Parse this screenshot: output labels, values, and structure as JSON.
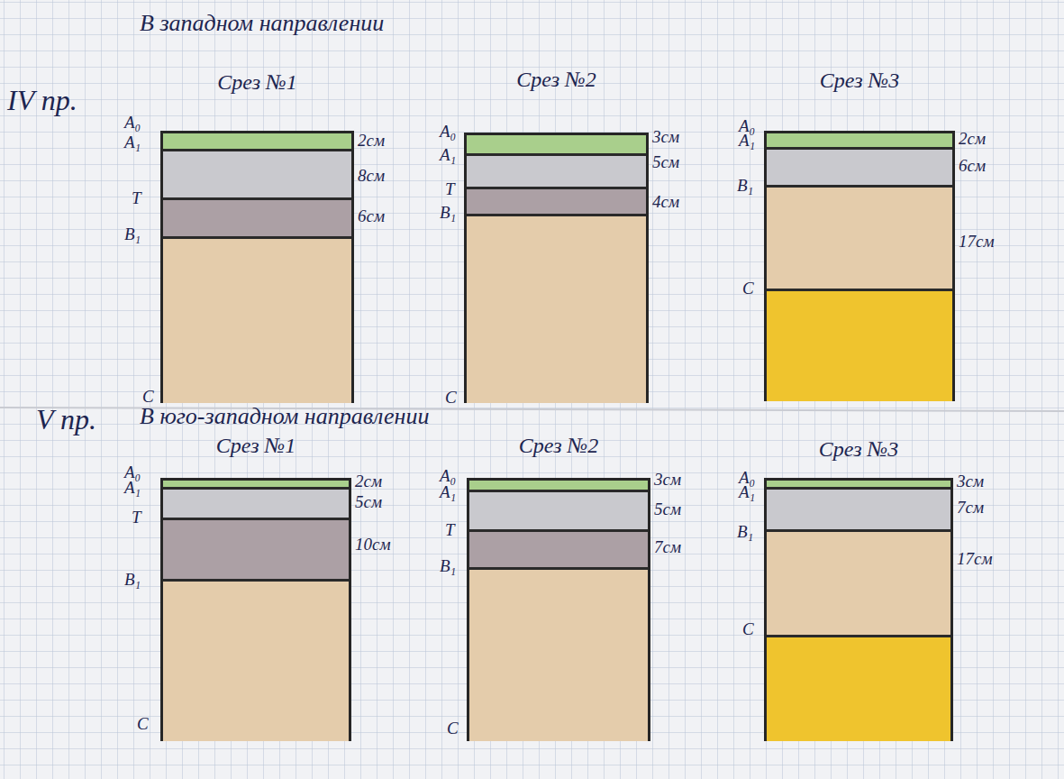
{
  "diagram": {
    "nodes": [
      {
        "text": [
          "Срез №1"
        ]
      },
      {
        "text": [
          "Срез №2"
        ]
      },
      {
        "text": [
          "Срез №3"
        ]
      },
      {
        "text": [
          "Срез №1"
        ]
      },
      {
        "text": [
          "Срез №2"
        ]
      },
      {
        "text": [
          "Срез №3"
        ]
      }
    ],
    "labels": [
      "IV пр.",
      "В западном направлении",
      "А₀",
      "А₁",
      "Т",
      "В₁",
      "С",
      "2см",
      "8см",
      "6см",
      "А₀",
      "А₁",
      "Т",
      "В₁",
      "С",
      "3см",
      "5см",
      "4см",
      "А₀",
      "А₁",
      "В₁",
      "С",
      "2см",
      "6см",
      "17см",
      "V пр.",
      "В юго-западном направлении",
      "А₀",
      "А₁",
      "Т",
      "В₁",
      "С",
      "2см",
      "5см",
      "10см",
      "А₀",
      "А₁",
      "Т",
      "В₁",
      "С",
      "3см",
      "5см",
      "7см",
      "А₀",
      "А₁",
      "В₁",
      "С",
      "3см",
      "7см",
      "17см"
    ]
  }
}
